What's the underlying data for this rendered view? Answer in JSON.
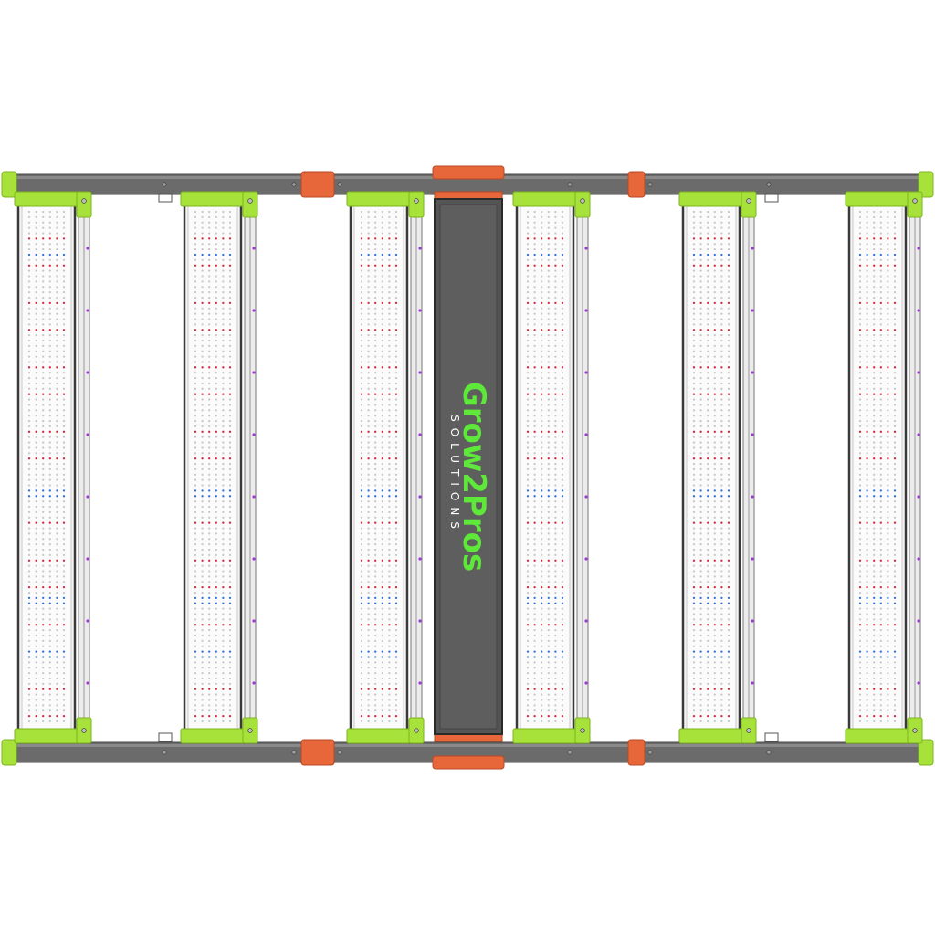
{
  "product": {
    "brand": "Grow2Pros",
    "brand_sub": "SOLUTIONS",
    "bar_count": 6,
    "leds_per_row": 6,
    "led_rows_per_bar": 96
  },
  "colors": {
    "background": "#ffffff",
    "frame_rail": "#6b6b6b",
    "frame_rail_dark": "#4a4a4a",
    "accent_green": "#a6e23a",
    "accent_green_dark": "#7fb51f",
    "accent_orange": "#e8673a",
    "bar_face": "#f4f4f4",
    "bar_edge": "#3a3a3a",
    "driver_body": "#555555",
    "logo_green": "#5ee83a",
    "logo_white": "#ffffff",
    "led_white": "#c9c9c9",
    "led_red": "#d7263d",
    "led_blue": "#2e6fe0",
    "led_purple": "#a13ad8"
  }
}
